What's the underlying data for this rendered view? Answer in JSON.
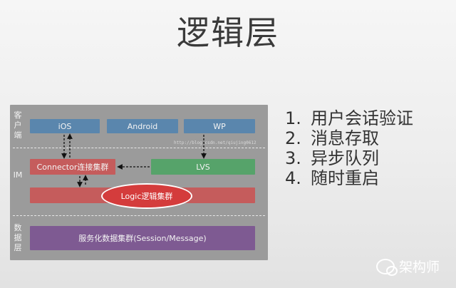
{
  "title": "逻辑层",
  "diagram": {
    "layers": {
      "client": "客户端",
      "im": "IM",
      "data": "数据层"
    },
    "boxes": {
      "ios": "iOS",
      "android": "Android",
      "wp": "WP",
      "connector": "Connector连接集群",
      "lvs": "LVS",
      "logic": "Logic逻辑集群",
      "storage": "服务化数据集群(Session/Message)"
    },
    "watermark": "http://blog.csdn.net/qiujing0612",
    "colors": {
      "client": "#5a86ad",
      "lvs": "#56a36a",
      "im": "#c55c5c",
      "logic_highlight": "#d43c3c",
      "data": "#7e5a92"
    }
  },
  "list": [
    {
      "num": "1.",
      "text": "用户会话验证"
    },
    {
      "num": "2.",
      "text": "消息存取"
    },
    {
      "num": "3.",
      "text": "异步队列"
    },
    {
      "num": "4.",
      "text": "随时重启"
    }
  ],
  "logo": {
    "icon": "wechat-icon",
    "text": "架构师"
  }
}
